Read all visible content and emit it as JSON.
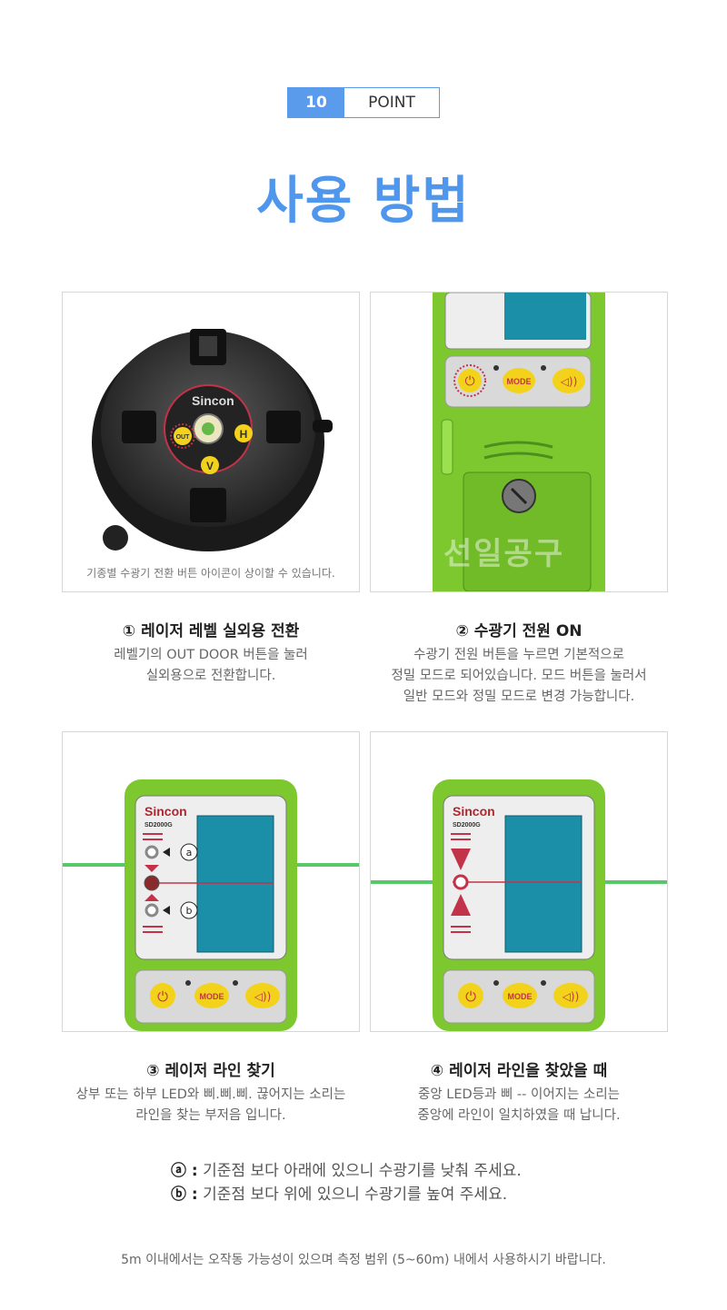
{
  "header": {
    "badge_number": "10",
    "badge_label": "POINT",
    "title": "사용 방법"
  },
  "panels": [
    {
      "caption": "① 레이저 레벨 실외용 전환",
      "description": "레벨기의 OUT DOOR 버튼을 눌러\n실외용으로 전환합니다.",
      "image_note": "기종별 수광기 전환 버튼 아이콘이 상이할 수 있습니다.",
      "device_brand": "Sincon",
      "button_labels": [
        "H",
        "V",
        "OUT"
      ]
    },
    {
      "caption": "② 수광기 전원 ON",
      "description": "수광기 전원 버튼을 누르면 기본적으로\n정밀 모드로 되어있습니다. 모드 버튼을 눌러서\n일반 모드와 정밀 모드로 변경 가능합니다.",
      "mode_label": "MODE",
      "watermark": "선일공구"
    },
    {
      "caption": "③ 레이저 라인 찾기",
      "description": "상부 또는 하부 LED와 삐.삐.삐. 끊어지는 소리는\n라인을 찾는 부저음 입니다.",
      "device_brand": "Sincon",
      "device_model": "SD2000G",
      "mode_label": "MODE",
      "marker_a": "a",
      "marker_b": "b"
    },
    {
      "caption": "④ 레이저 라인을 찾았을 때",
      "description": "중앙 LED등과 삐 -- 이어지는 소리는\n중앙에 라인이 일치하였을 때 납니다.",
      "device_brand": "Sincon",
      "device_model": "SD2000G",
      "mode_label": "MODE"
    }
  ],
  "notes": [
    {
      "mark": "ⓐ :",
      "text": " 기준점 보다 아래에 있으니 수광기를 낮춰 주세요."
    },
    {
      "mark": "ⓑ :",
      "text": " 기준점 보다 위에 있으니 수광기를 높여 주세요."
    }
  ],
  "footer": "5m 이내에서는 오작동 가능성이 있으며 측정 범위 (5~60m) 내에서 사용하시기 바랍니다.",
  "colors": {
    "accent": "#4f97ec",
    "device_green": "#7cc82e",
    "button_yellow": "#f3d21b",
    "laser_green": "#58c96b",
    "sensor_blue": "#1b8fa8"
  }
}
